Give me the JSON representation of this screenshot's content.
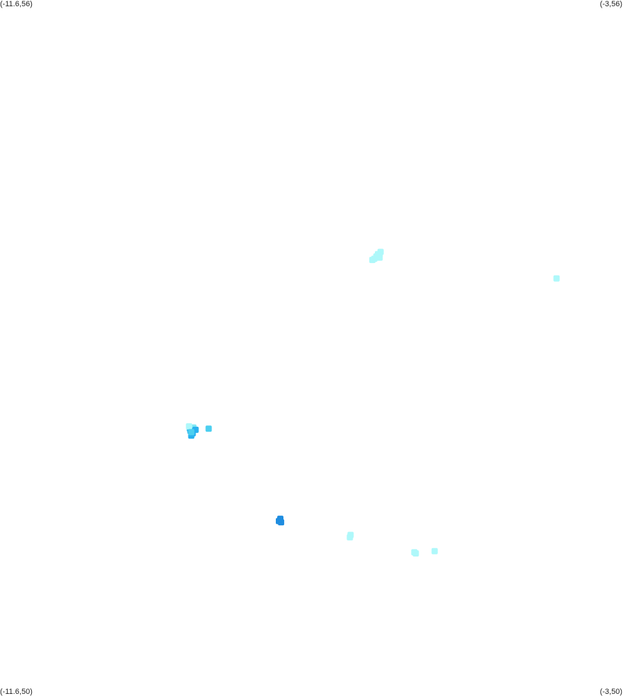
{
  "bounds": {
    "lon_min": -11.6,
    "lon_max": -3,
    "lat_min": 50,
    "lat_max": 56
  },
  "corners": {
    "top_left": "(-11.6,56)",
    "top_right": "(-3,56)",
    "bottom_left": "(-11.6,50)",
    "bottom_right": "(-3,50)"
  },
  "colors": {
    "background": "#ffffff",
    "level_low": "#aef8fa",
    "level_mid_low": "#7ee8f5",
    "level_mid": "#4ccff0",
    "level_mid_high": "#29b2ef",
    "level_high": "#1f8de0"
  },
  "clusters": [
    {
      "id": "cluster-north",
      "cells": [
        {
          "lon": -6.383,
          "lat": 53.78,
          "level": "level_low"
        },
        {
          "lon": -6.36,
          "lat": 53.8,
          "level": "level_low"
        },
        {
          "lon": -6.346,
          "lat": 53.82,
          "level": "level_low"
        },
        {
          "lon": -6.383,
          "lat": 53.8,
          "level": "level_low"
        },
        {
          "lon": -6.405,
          "lat": 53.78,
          "level": "level_low"
        },
        {
          "lon": -6.433,
          "lat": 53.76,
          "level": "level_low"
        },
        {
          "lon": -6.46,
          "lat": 53.75,
          "level": "level_low"
        },
        {
          "lon": -6.36,
          "lat": 53.77,
          "level": "level_low"
        }
      ]
    },
    {
      "id": "cluster-northeast",
      "cells": [
        {
          "lon": -3.917,
          "lat": 53.59,
          "level": "level_low"
        }
      ]
    },
    {
      "id": "cluster-west",
      "cells": [
        {
          "lon": -8.98,
          "lat": 52.29,
          "level": "level_mid"
        },
        {
          "lon": -8.93,
          "lat": 52.3,
          "level": "level_mid_low"
        },
        {
          "lon": -8.9,
          "lat": 52.28,
          "level": "level_mid_high"
        },
        {
          "lon": -8.97,
          "lat": 52.27,
          "level": "level_mid_high"
        },
        {
          "lon": -8.94,
          "lat": 52.25,
          "level": "level_mid_high"
        },
        {
          "lon": -8.96,
          "lat": 52.23,
          "level": "level_mid_high"
        },
        {
          "lon": -8.99,
          "lat": 52.31,
          "level": "level_low"
        },
        {
          "lon": -8.96,
          "lat": 52.26,
          "level": "level_mid"
        },
        {
          "lon": -8.72,
          "lat": 52.29,
          "level": "level_mid"
        }
      ]
    },
    {
      "id": "cluster-south-dark",
      "cells": [
        {
          "lon": -7.73,
          "lat": 51.51,
          "level": "level_high"
        },
        {
          "lon": -7.72,
          "lat": 51.48,
          "level": "level_high"
        },
        {
          "lon": -7.75,
          "lat": 51.49,
          "level": "level_high"
        }
      ]
    },
    {
      "id": "cluster-south-small",
      "cells": [
        {
          "lon": -6.76,
          "lat": 51.37,
          "level": "level_low"
        },
        {
          "lon": -6.77,
          "lat": 51.35,
          "level": "level_low"
        }
      ]
    },
    {
      "id": "cluster-southeast",
      "cells": [
        {
          "lon": -5.88,
          "lat": 51.22,
          "level": "level_low"
        },
        {
          "lon": -5.86,
          "lat": 51.21,
          "level": "level_low"
        },
        {
          "lon": -5.6,
          "lat": 51.23,
          "level": "level_low"
        }
      ]
    }
  ]
}
